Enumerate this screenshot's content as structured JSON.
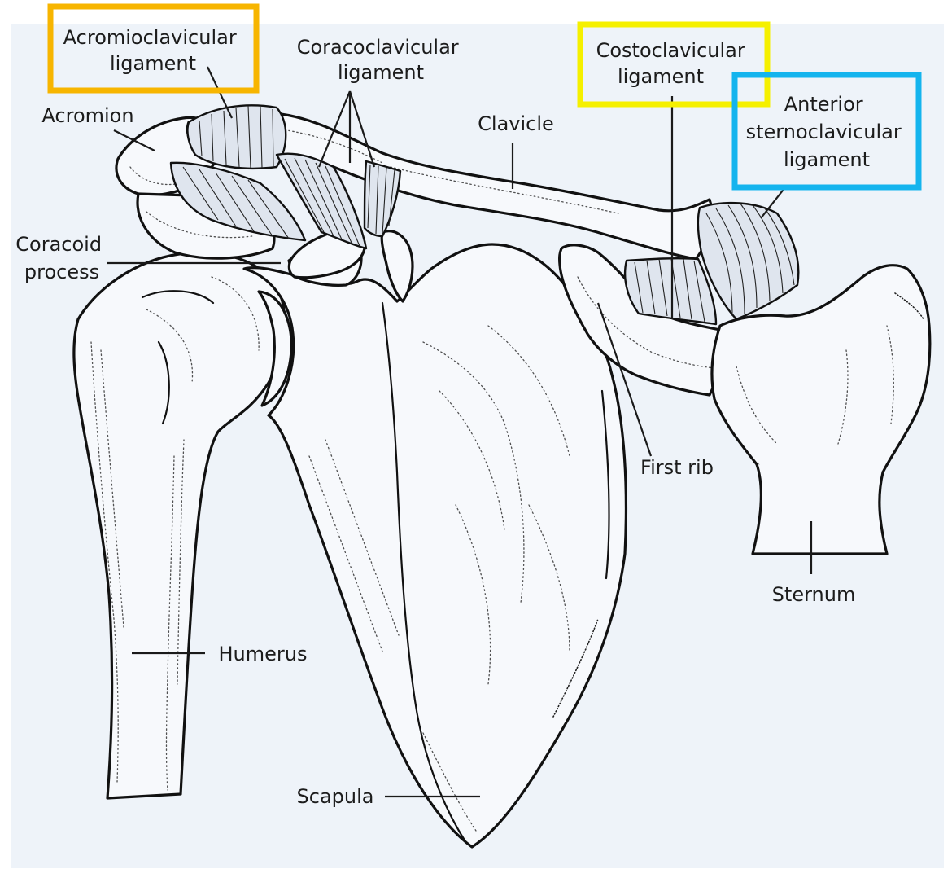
{
  "labels": {
    "acromioclavicular_ligament": [
      "Acromioclavicular",
      "ligament"
    ],
    "coracoclavicular_ligament": [
      "Coracoclavicular",
      "ligament"
    ],
    "costoclavicular_ligament": [
      "Costoclavicular",
      "ligament"
    ],
    "anterior_sternoclavicular_ligament": [
      "Anterior",
      "sternoclavicular",
      "ligament"
    ],
    "acromion": "Acromion",
    "clavicle": "Clavicle",
    "coracoid_process": [
      "Coracoid",
      "process"
    ],
    "first_rib": "First rib",
    "sternum": "Sternum",
    "humerus": "Humerus",
    "scapula": "Scapula"
  },
  "highlights": {
    "acromioclavicular_ligament": "#f7b500",
    "costoclavicular_ligament": "#f5f000",
    "anterior_sternoclavicular_ligament": "#14b4ee"
  }
}
